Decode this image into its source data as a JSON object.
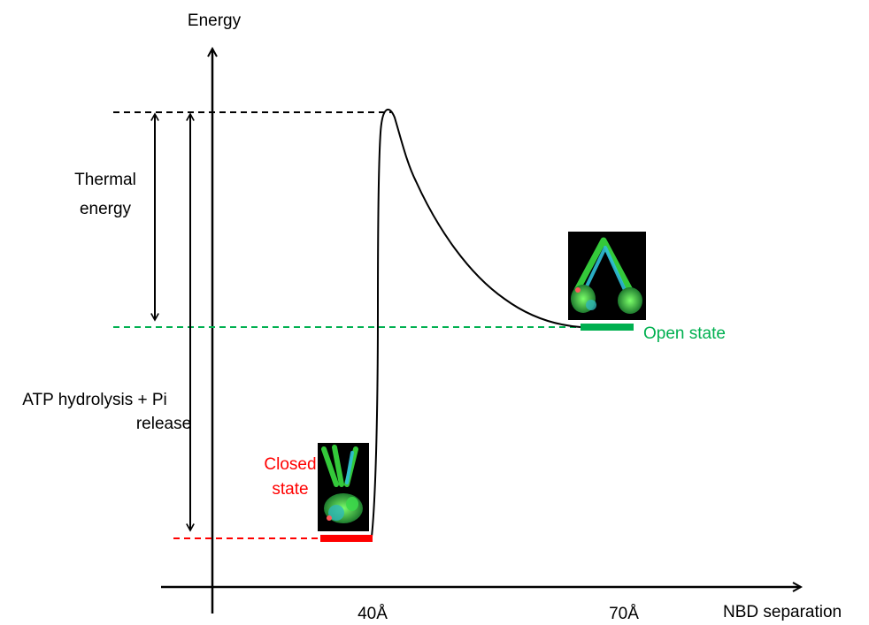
{
  "diagram": {
    "y_axis_label": "Energy",
    "x_axis_label": "NBD separation",
    "x_ticks": [
      "40Å",
      "70Å"
    ],
    "arrows": {
      "thermal": [
        "Thermal",
        "energy"
      ],
      "atp": [
        "ATP hydrolysis + Pi",
        "release"
      ]
    },
    "states": {
      "closed": {
        "label_lines": [
          "Closed",
          "state"
        ],
        "color": "#ff0000"
      },
      "open": {
        "label": "Open state",
        "color": "#00b050"
      }
    },
    "colors": {
      "curve": "#000000",
      "reference_line": "#000000"
    }
  }
}
